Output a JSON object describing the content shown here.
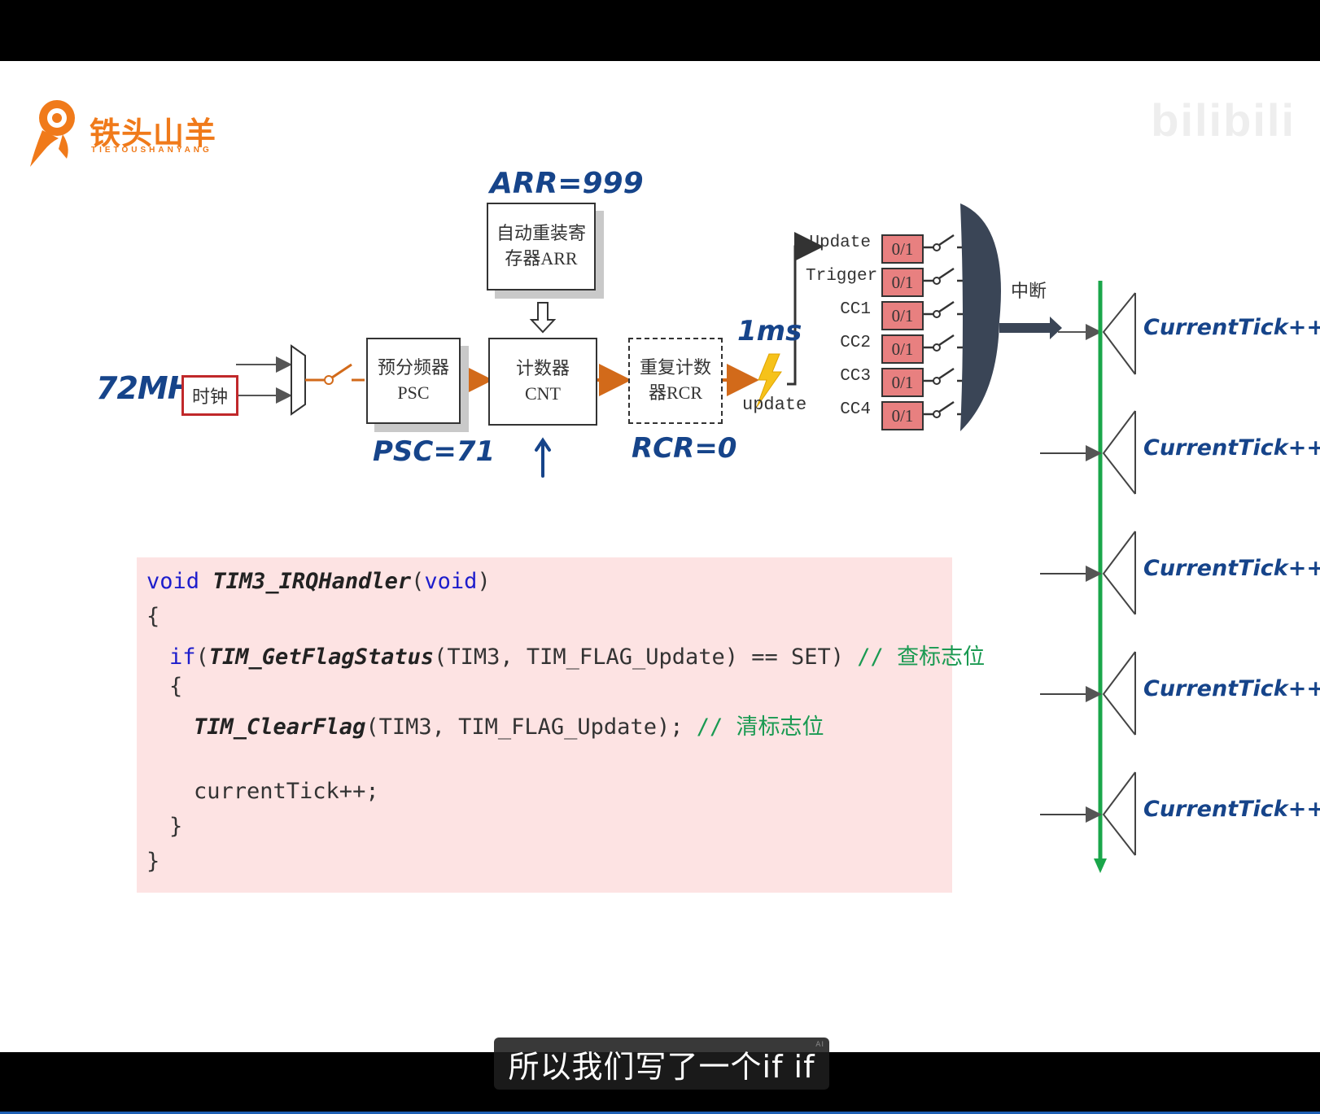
{
  "logo": {
    "name_cn": "铁头山羊",
    "name_en": "TIETOUSHANYANG"
  },
  "watermark": "bilibili",
  "diagram": {
    "freq_label": "72MHz",
    "clock_box": "时钟",
    "psc_box": {
      "line1": "预分频器",
      "line2": "PSC"
    },
    "psc_note": "PSC=71",
    "arr_note": "ARR=999",
    "arr_box": {
      "line1": "自动重装寄",
      "line2": "存器ARR"
    },
    "cnt_box": {
      "line1": "计数器",
      "line2": "CNT"
    },
    "rcr_box": {
      "line1": "重复计数",
      "line2": "器RCR"
    },
    "rcr_note": "RCR=0",
    "period_note": "1ms",
    "update_label": "update",
    "flags": [
      {
        "name": "Update",
        "value": "0/1"
      },
      {
        "name": "Trigger",
        "value": "0/1"
      },
      {
        "name": "CC1",
        "value": "0/1"
      },
      {
        "name": "CC2",
        "value": "0/1"
      },
      {
        "name": "CC3",
        "value": "0/1"
      },
      {
        "name": "CC4",
        "value": "0/1"
      }
    ],
    "interrupt_label": "中断",
    "tick_labels": [
      "CurrentTick++",
      "CurrentTick++",
      "CurrentTick++",
      "CurrentTick++",
      "CurrentTick++"
    ]
  },
  "code": {
    "line1_kw1": "void",
    "line1_fn": "TIM3_IRQHandler",
    "line1_open": "(",
    "line1_kw2": "void",
    "line1_close": ")",
    "line2": "{",
    "line3_kw": "if",
    "line3_open": "(",
    "line3_fn": "TIM_GetFlagStatus",
    "line3_args": "(TIM3, TIM_FLAG_Update) == SET) ",
    "line3_comment": "// 查标志位",
    "line4": "{",
    "line5_fn": "TIM_ClearFlag",
    "line5_args": "(TIM3, TIM_FLAG_Update); ",
    "line5_comment": "// 清标志位",
    "line6": "currentTick++;",
    "line7": "}",
    "line8": "}"
  },
  "subtitle": "所以我们写了一个if if",
  "subtitle_badge": "AI",
  "colors": {
    "accent_orange": "#f07a1a",
    "handwriting_blue": "#16448a",
    "flag_red": "#e88080",
    "timeline_green": "#1aa64a",
    "code_bg": "#fde3e3"
  }
}
